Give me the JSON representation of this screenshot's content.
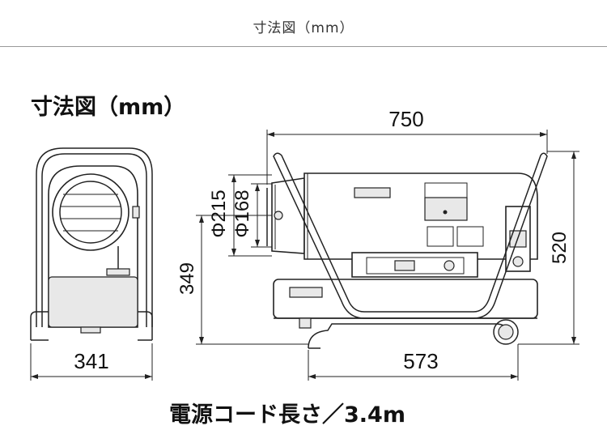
{
  "header": {
    "title": "寸法図（mm）"
  },
  "drawing": {
    "title": "寸法図（mm）",
    "dimensions": {
      "overall_length": "750",
      "overall_height": "520",
      "front_width": "341",
      "wheelbase": "573",
      "outlet_height": "349",
      "outer_diameter": "Φ215",
      "inner_diameter": "Φ168"
    },
    "footnote": "電源コード長さ／3.4m"
  }
}
